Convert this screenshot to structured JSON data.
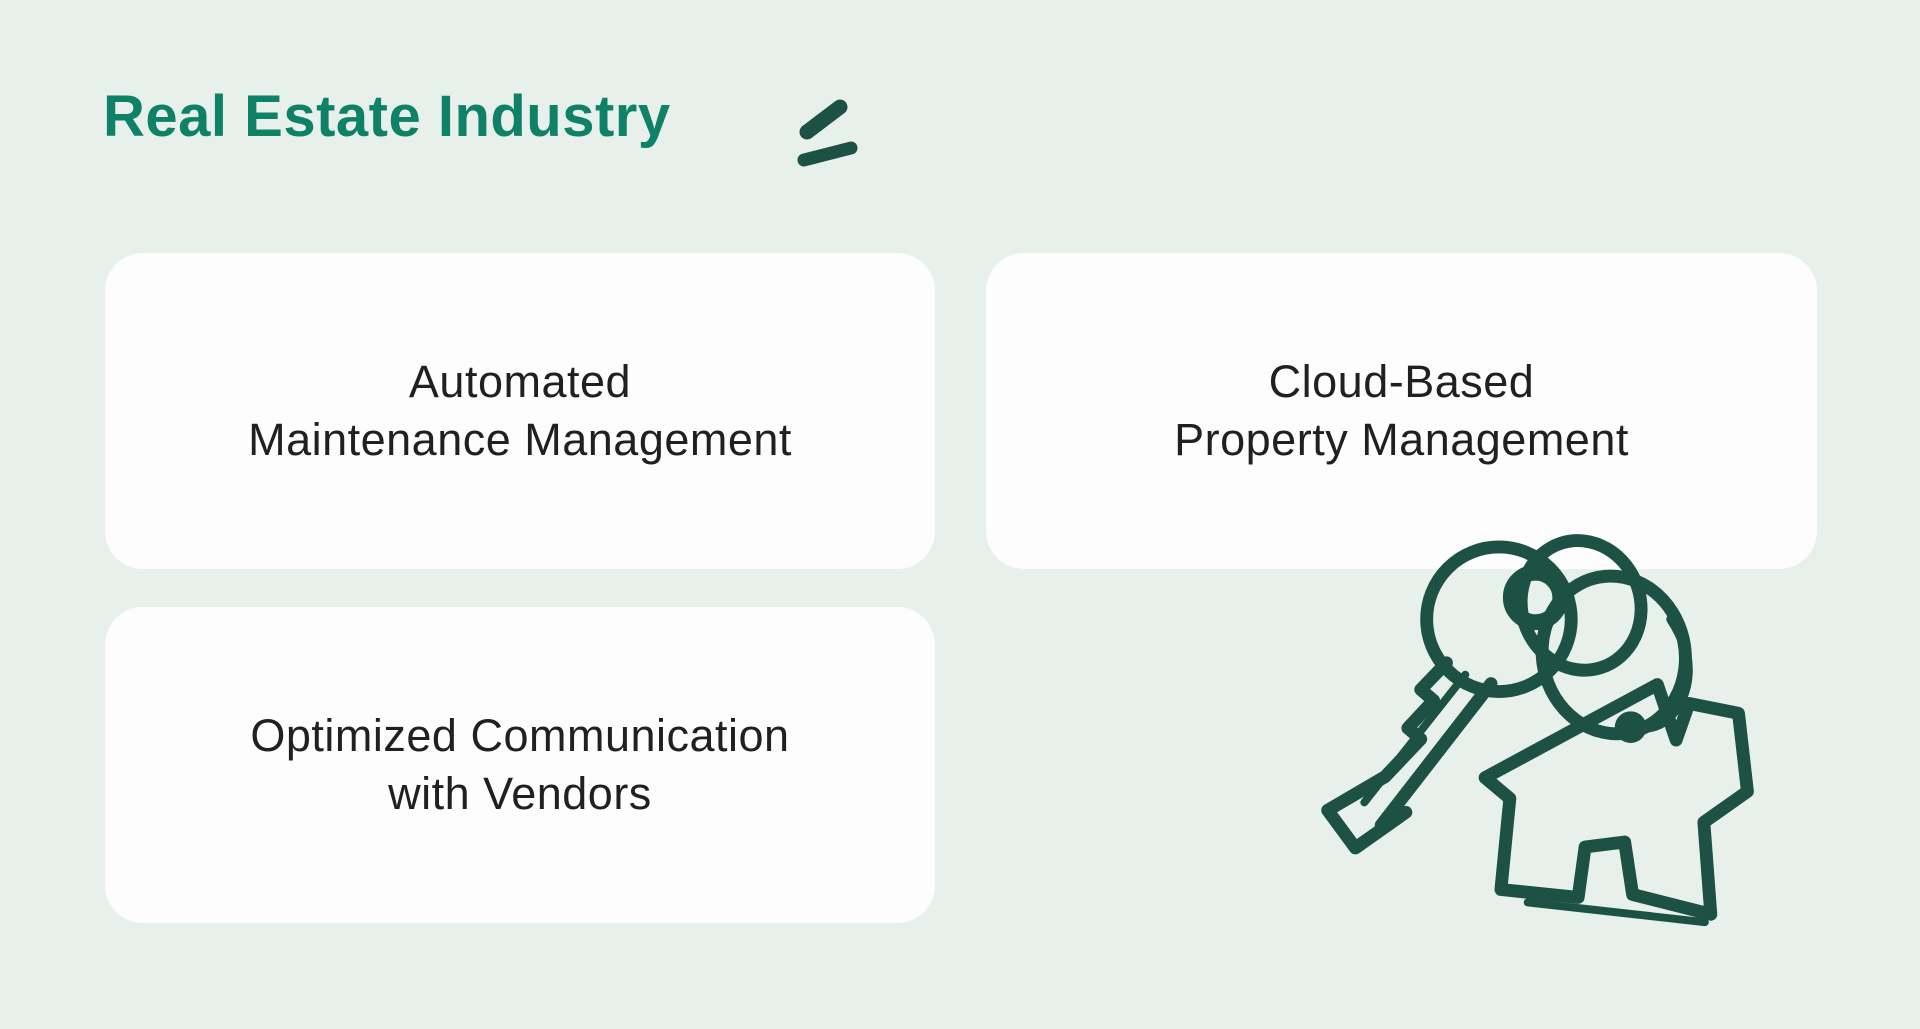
{
  "page": {
    "title": "Real Estate Industry"
  },
  "theme": {
    "background_color": "#e8f0ec",
    "card_background_color": "#fdfdfd",
    "title_color": "#0e8166",
    "card_text_color": "#1e2022",
    "illustration_color": "#1d5143"
  },
  "cards": [
    {
      "line1": "Automated",
      "line2": "Maintenance Management"
    },
    {
      "line1": "Cloud-Based",
      "line2": "Property Management"
    },
    {
      "line1": "Optimized Communication",
      "line2": "with Vendors"
    }
  ],
  "icons": {
    "title_accent": "brush-stroke-accent",
    "illustration": "key-with-house-keychain"
  }
}
